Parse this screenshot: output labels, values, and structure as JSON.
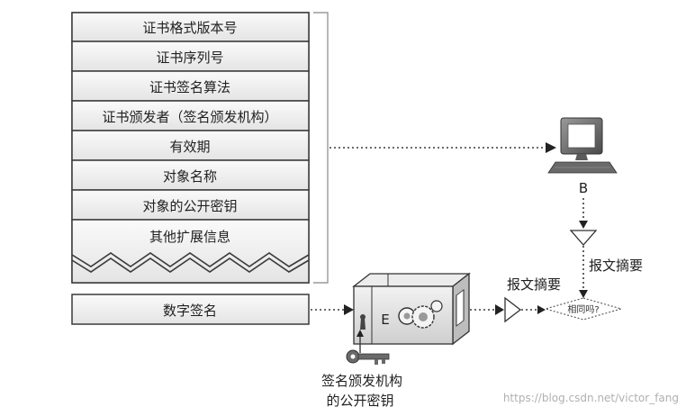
{
  "certificate": {
    "fields": [
      "证书格式版本号",
      "证书序列号",
      "证书签名算法",
      "证书颁发者（签名颁发机构）",
      "有效期",
      "对象名称",
      "对象的公开密钥",
      "其他扩展信息"
    ],
    "signature_field": "数字签名"
  },
  "labels": {
    "computer": "B",
    "digest_top": "报文摘要",
    "digest_mid": "报文摘要",
    "compare": "相同吗?",
    "box_letter": "E",
    "key_caption_line1": "签名颁发机构",
    "key_caption_line2": "的公开密钥"
  },
  "watermark": "https://blog.csdn.net/victor_fang"
}
